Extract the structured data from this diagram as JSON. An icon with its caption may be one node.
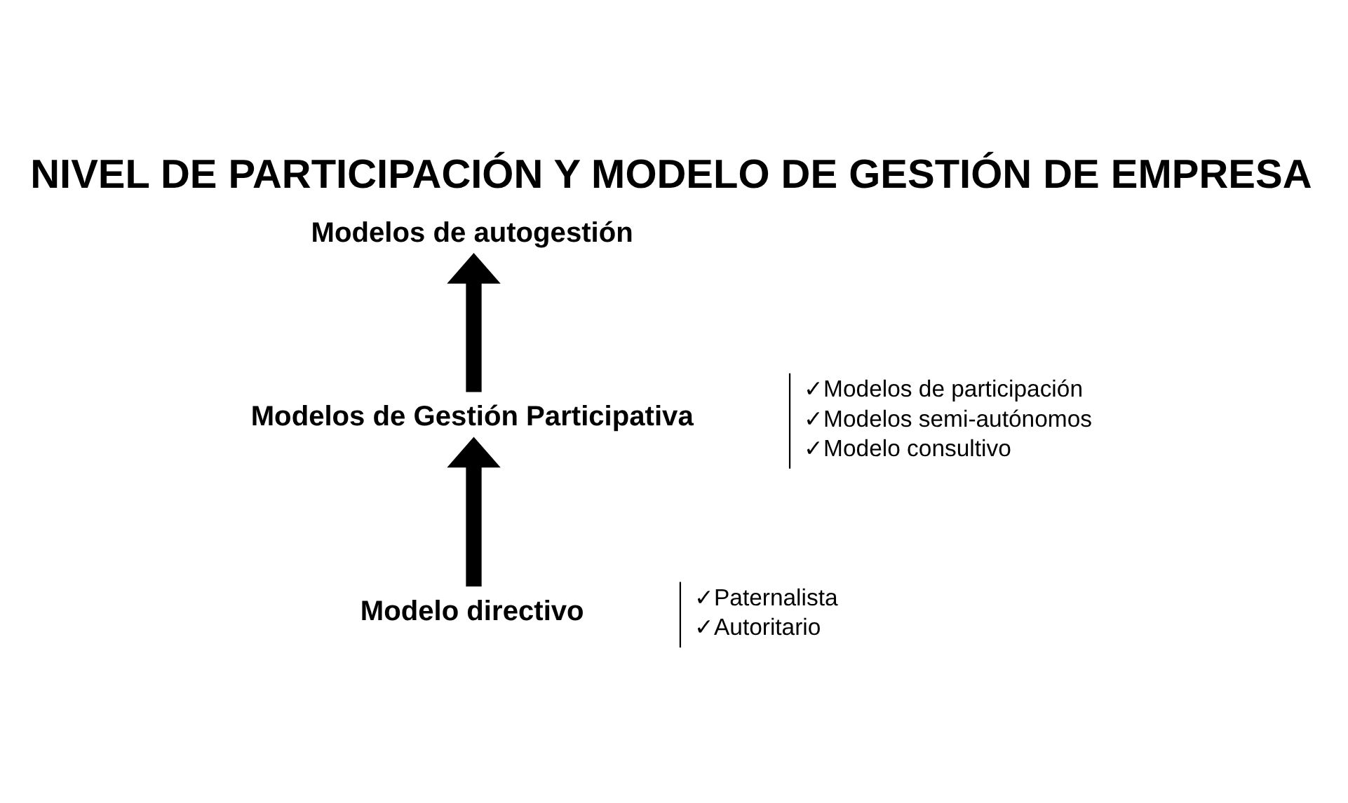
{
  "diagram": {
    "title": "NIVEL DE PARTICIPACIÓN Y MODELO DE GESTIÓN DE EMPRESA",
    "nodes": [
      {
        "text": [
          "Modelo directivo"
        ],
        "beside": [
          "✓Paternalista",
          "✓Autoritario"
        ]
      },
      {
        "text": [
          "Modelos de Gestión Participativa"
        ],
        "beside": [
          "✓Modelos de participación",
          "✓Modelos semi-autónomos",
          "✓Modelo consultivo"
        ]
      },
      {
        "text": [
          "Modelos de autogestión"
        ]
      }
    ],
    "edges": [
      {
        "from": 0,
        "to": 1,
        "arrow": "to"
      },
      {
        "from": 1,
        "to": 2,
        "arrow": "to"
      }
    ]
  }
}
